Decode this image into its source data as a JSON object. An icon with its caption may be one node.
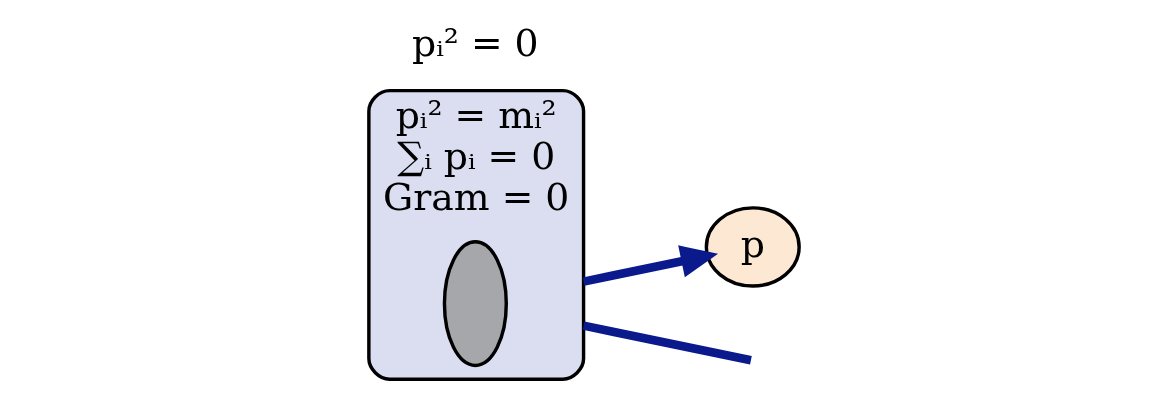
{
  "diagram": {
    "nodes": [
      {
        "text": [
          "pᵢ² = mᵢ²",
          "∑ᵢ pᵢ = 0",
          "Gram = 0"
        ]
      },
      {
        "text": [],
        "shape": "ellipse",
        "in": 0
      },
      {
        "text": [
          "pᵢ² = 0"
        ]
      },
      {
        "text": [
          "p"
        ]
      }
    ],
    "edges": [
      {
        "from": 0,
        "to": 3,
        "arrow": "to"
      },
      {
        "from": 0,
        "to": null,
        "arrow": "none"
      }
    ]
  }
}
